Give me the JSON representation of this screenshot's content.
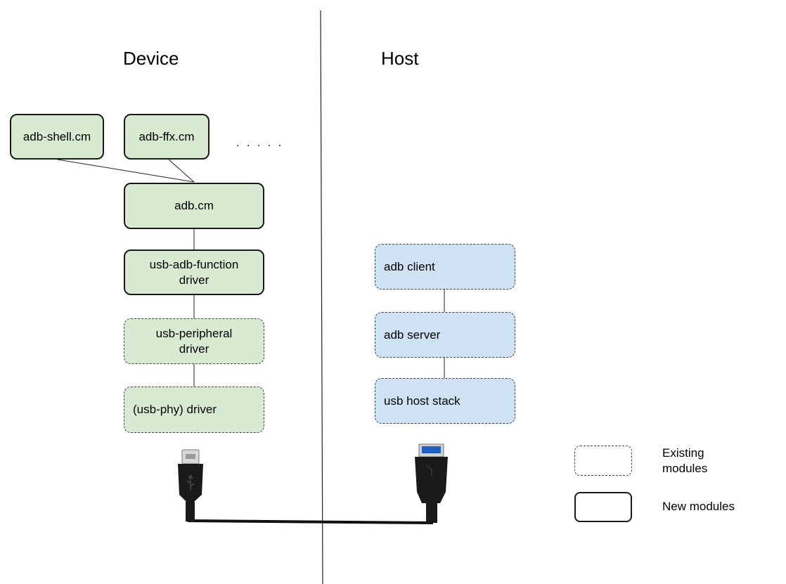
{
  "headings": {
    "device": "Device",
    "host": "Host"
  },
  "device": {
    "adb_shell": "adb-shell.cm",
    "adb_ffx": "adb-ffx.cm",
    "ellipsis": ". . . . .",
    "adb_cm": "adb.cm",
    "usb_adb_function_line1": "usb-adb-function",
    "usb_adb_function_line2": "driver",
    "usb_peripheral_line1": "usb-peripheral",
    "usb_peripheral_line2": "driver",
    "usb_phy": "(usb-phy) driver"
  },
  "host": {
    "adb_client": "adb client",
    "adb_server": "adb server",
    "usb_host_stack": "usb host stack"
  },
  "legend": {
    "existing_line1": "Existing",
    "existing_line2": "modules",
    "new": "New modules"
  },
  "colors": {
    "device_fill": "#d9ead3",
    "host_fill": "#cfe2f3",
    "connector_blue": "#1f5fbf"
  }
}
